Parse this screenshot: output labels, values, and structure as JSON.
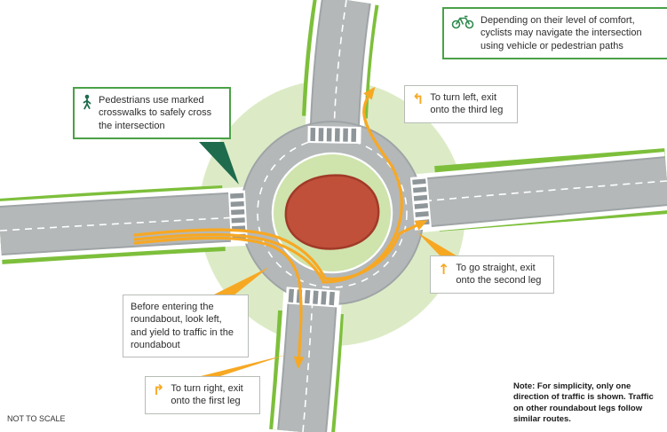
{
  "colors": {
    "road_gray": "#b4b8b9",
    "bike_lane_green": "#7dbf3b",
    "pale_green": "#dcebc6",
    "apron_green": "#cfe3ad",
    "island_red": "#c0503a",
    "route_orange": "#f7a823",
    "callout_green_border": "#4aa147",
    "dark_green": "#1e6b4d"
  },
  "callouts": {
    "cyclists": {
      "icon": "cyclist-icon",
      "text": "Depending on their level of comfort, cyclists may navigate the intersection using vehicle or pedestrian paths"
    },
    "pedestrians": {
      "icon": "pedestrian-icon",
      "text": "Pedestrians use marked crosswalks to safely cross the intersection"
    },
    "turn_left": {
      "glyph": "↰",
      "text": "To turn left, exit onto the third leg"
    },
    "go_straight": {
      "glyph": "↑",
      "text": "To go straight, exit onto the second leg"
    },
    "yield": {
      "text": "Before entering the roundabout, look left, and yield to traffic in the roundabout"
    },
    "turn_right": {
      "glyph": "↱",
      "text": "To turn right, exit onto the first leg"
    }
  },
  "footnotes": {
    "not_to_scale": "NOT TO SCALE",
    "note": "Note: For simplicity, only one direction of traffic is shown. Traffic on other roundabout legs follow similar routes."
  },
  "diagram": {
    "type": "roundabout-intersection"
  }
}
